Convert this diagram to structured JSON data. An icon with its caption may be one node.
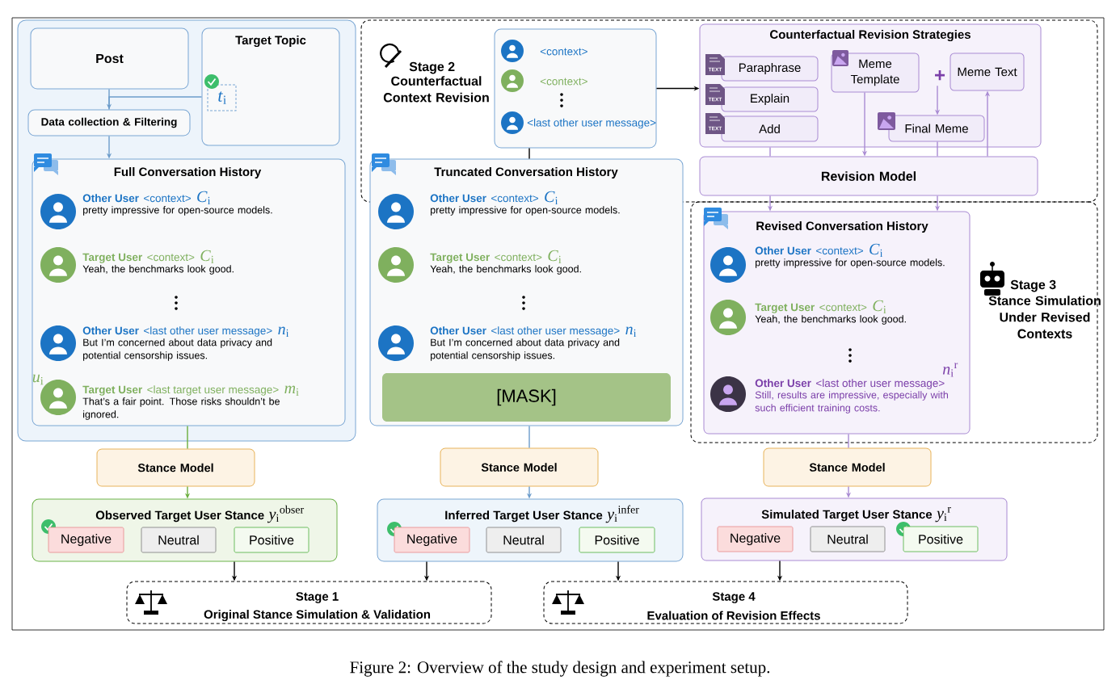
{
  "diagram": {
    "caption": "Figure 2: Overview of the study design and experiment setup.",
    "nodes": [
      {
        "text": [
          "Post"
        ]
      },
      {
        "text": [
          "Target Topic",
          "*t*$_{i}$"
        ]
      },
      {
        "text": [
          "Data collection & Filtering"
        ]
      },
      {
        "text": [
          "Full Conversation History",
          "Other User",
          "<context>",
          "*C*$_{i}$",
          "pretty impressive for open-source models.",
          "Target User",
          "<context>",
          "*C*$_{i}$",
          "Yeah, the benchmarks look good.",
          "Other User",
          "<last other user message>",
          "*n*$_{i}$",
          "But I’m concerned about data privacy and potential censorship issues.",
          "*u*$_{i}$",
          "Target User",
          "<last target user message>",
          "*m*$_{i}$",
          "That’s a fair point. Those risks shouldn’t be ignored."
        ]
      },
      {
        "text": [
          "Stage 2",
          "Counterfactual Context Revision"
        ]
      },
      {
        "text": [
          "<context>",
          "<context>",
          "<last other user message>"
        ],
        "in": 4
      },
      {
        "text": [
          "Truncated Conversation History",
          "Other User",
          "<context>",
          "*C*$_{i}$",
          "pretty impressive for open-source models.",
          "Target User",
          "<context>",
          "*C*$_{i}$",
          "Yeah, the benchmarks look good.",
          "Other User",
          "<last other user message>",
          "*n*$_{i}$",
          "But I’m concerned about data privacy and potential censorship issues."
        ]
      },
      {
        "text": [
          "[MASK]"
        ],
        "in": 6
      },
      {
        "text": [
          "Counterfactual Revision Strategies"
        ],
        "in": 4
      },
      {
        "text": [
          "Paraphrase"
        ],
        "in": 8
      },
      {
        "text": [
          "Meme Template"
        ],
        "in": 8
      },
      {
        "text": [
          "+"
        ],
        "in": 8
      },
      {
        "text": [
          "Meme Text"
        ],
        "in": 8
      },
      {
        "text": [
          "Explain"
        ],
        "in": 8
      },
      {
        "text": [
          "Final Meme"
        ],
        "in": 8
      },
      {
        "text": [
          "Add"
        ],
        "in": 8
      },
      {
        "text": [
          "Revision Model"
        ],
        "in": 4
      },
      {
        "text": [
          "Stage 3",
          "Stance Simulation Under Revised Contexts"
        ]
      },
      {
        "text": [
          "Revised Conversation History",
          "Other User",
          "<context>",
          "*C*$_{i}$",
          "pretty impressive for open-source models.",
          "Target User",
          "<context>",
          "*C*$_{i}$",
          "Yeah, the benchmarks look good.",
          "*n*$_{i}$$^{r}$",
          "Other User",
          "<last other user message>",
          "Still, results are impressive, especially with such efficient training costs."
        ],
        "in": 17
      },
      {
        "text": [
          "Stance Model"
        ]
      },
      {
        "text": [
          "Stance Model"
        ]
      },
      {
        "text": [
          "Stance Model"
        ]
      },
      {
        "text": [
          "Observed Target User Stance",
          "*y*$_{i}$$^{obser}$"
        ]
      },
      {
        "text": [
          "Negative"
        ],
        "in": 22
      },
      {
        "text": [
          "Neutral"
        ],
        "in": 22
      },
      {
        "text": [
          "Positive"
        ],
        "in": 22
      },
      {
        "text": [
          "Inferred Target User Stance",
          "*y*$_{i}$$^{infer}$"
        ]
      },
      {
        "text": [
          "Negative"
        ],
        "in": 26
      },
      {
        "text": [
          "Neutral"
        ],
        "in": 26
      },
      {
        "text": [
          "Positive"
        ],
        "in": 26
      },
      {
        "text": [
          "Simulated Target User Stance",
          "*y*$_{i}$$^{r}$"
        ]
      },
      {
        "text": [
          "Negative"
        ],
        "in": 30
      },
      {
        "text": [
          "Neutral"
        ],
        "in": 30
      },
      {
        "text": [
          "Positive"
        ],
        "in": 30
      },
      {
        "text": [
          "Stage 1",
          "Original Stance Simulation & Validation"
        ]
      },
      {
        "text": [
          "Stage 4",
          "Evaluation of Revision Effects"
        ]
      }
    ],
    "edges": [
      {
        "from": 0,
        "to": 2,
        "arrow": "none",
        "color": "#6c9ccb"
      },
      {
        "from": 1,
        "to": 2,
        "arrow": "to",
        "color": "#6c9ccb"
      },
      {
        "from": 2,
        "to": 3,
        "arrow": "to",
        "color": "#6c9ccb"
      },
      {
        "from": 3,
        "to": 19,
        "arrow": "none",
        "color": "#6aae3c"
      },
      {
        "from": 19,
        "to": 22,
        "arrow": "to",
        "color": "#6aae3c"
      },
      {
        "from": 5,
        "to": 6,
        "arrow": "none",
        "color": "#000000"
      },
      {
        "from": 5,
        "to": 8,
        "arrow": "to",
        "color": "#000000"
      },
      {
        "from": 8,
        "to": 16,
        "arrow": "none"
      },
      {
        "from": 10,
        "to": 16,
        "arrow": "to"
      },
      {
        "from": 16,
        "to": 12,
        "arrow": "to"
      },
      {
        "from": 11,
        "to": 14,
        "arrow": "to"
      },
      {
        "from": 14,
        "to": 16,
        "arrow": "none"
      },
      {
        "from": 16,
        "to": 18,
        "arrow": "to"
      },
      {
        "from": 16,
        "to": 18,
        "arrow": "to"
      },
      {
        "from": 6,
        "to": 20,
        "arrow": "none",
        "color": "#6c9ccb"
      },
      {
        "from": 20,
        "to": 26,
        "arrow": "to",
        "color": "#6c9ccb"
      },
      {
        "from": 18,
        "to": 21,
        "arrow": "none"
      },
      {
        "from": 21,
        "to": 30,
        "arrow": "to"
      },
      {
        "from": 22,
        "to": 34,
        "arrow": "to",
        "color": "#000000"
      },
      {
        "from": 26,
        "to": 34,
        "arrow": "to",
        "color": "#000000"
      },
      {
        "from": 26,
        "to": 35,
        "arrow": "to",
        "color": "#000000"
      },
      {
        "from": 30,
        "to": 35,
        "arrow": "to",
        "color": "#000000"
      }
    ],
    "labels": [
      "TEXT",
      "TEXT",
      "TEXT"
    ]
  }
}
